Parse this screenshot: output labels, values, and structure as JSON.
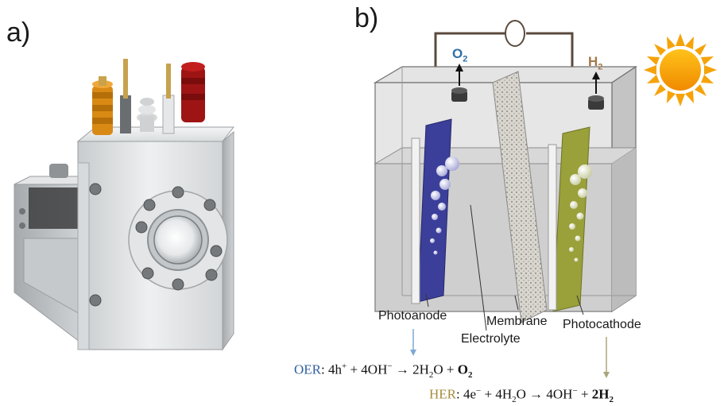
{
  "panels": {
    "a_label": "a)",
    "b_label": "b)"
  },
  "gases": {
    "anode": {
      "symbol": "O",
      "sub": "2",
      "color": "#2f6fa8"
    },
    "cathode": {
      "symbol": "H",
      "sub": "2",
      "color": "#a3794a"
    }
  },
  "labels": {
    "photoanode": "Photoanode",
    "membrane": "Membrane",
    "electrolyte": "Electrolyte",
    "photocathode": "Photocathode"
  },
  "equations": {
    "oer_key": "OER",
    "oer_body": ": 4h",
    "oer_sup1": "+",
    "oer_mid1": " + 4OH",
    "oer_sup2": "−",
    "oer_mid2": " → 2H",
    "oer_sub1": "2",
    "oer_mid3": "O + ",
    "oer_prod": "O",
    "oer_prod_sub": "2",
    "her_key": "HER",
    "her_body": ": 4e",
    "her_sup1": "−",
    "her_mid1": " + 4H",
    "her_sub1": "2",
    "her_mid2": "O → 4OH",
    "her_sup2": "−",
    "her_mid3": " + ",
    "her_prod": "2H",
    "her_prod_sub": "2"
  },
  "icons": [
    "sun-icon"
  ],
  "colors": {
    "photoanode": "#3b3f9a",
    "photocathode": "#9aa03a",
    "sun": "#f5a30a",
    "oer_arrow": "#7fa7d6",
    "her_arrow": "#a8a67c"
  }
}
